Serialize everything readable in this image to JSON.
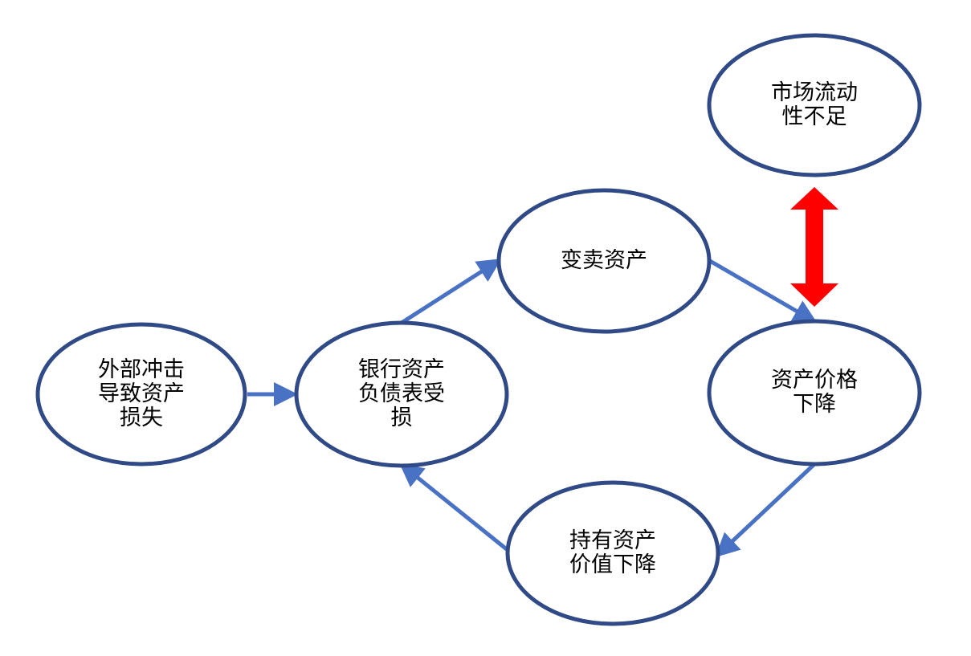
{
  "nodes": {
    "external_shock": {
      "label": "外部冲击\n导致资产\n损失"
    },
    "bank_balance": {
      "label": "银行资产\n负债表受\n损"
    },
    "sell_assets": {
      "label": "变卖资产"
    },
    "price_drop": {
      "label": "资产价格\n下降"
    },
    "holdings_drop": {
      "label": "持有资产\n价值下降"
    },
    "illiquidity": {
      "label": "市场流动\n性不足"
    }
  },
  "colors": {
    "ellipse_stroke": "#2f4a86",
    "arrow": "#4a72c4",
    "bidirectional_arrow": "#ff0000"
  }
}
